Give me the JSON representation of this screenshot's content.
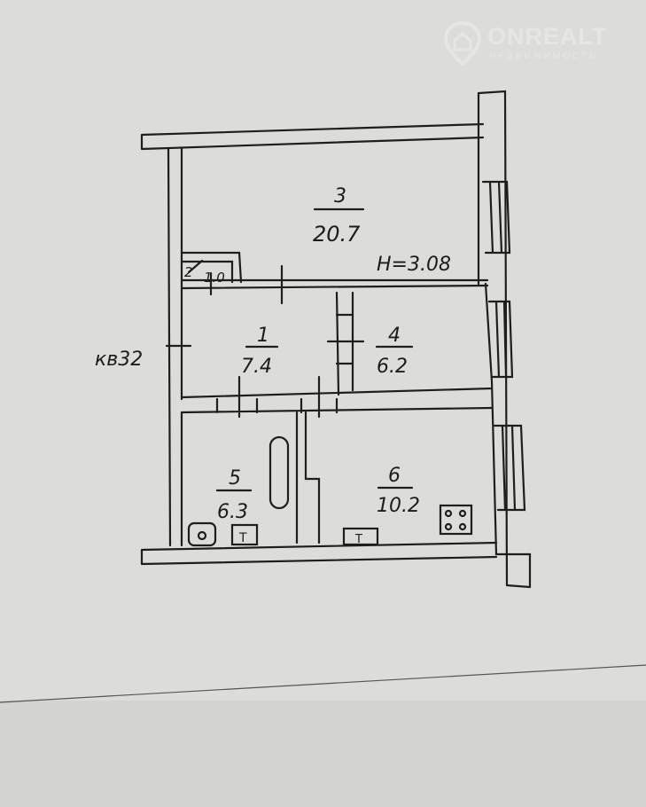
{
  "watermark": {
    "brand": "ONREALT",
    "tagline": "НЕДВИЖИМОСТЬ"
  },
  "plan": {
    "apartment_label": "кв32",
    "ceiling_height": "Н=3.08",
    "rooms": [
      {
        "number": "3",
        "area": "20.7"
      },
      {
        "number": "2",
        "area": "1.0"
      },
      {
        "number": "1",
        "area": "7.4"
      },
      {
        "number": "4",
        "area": "6.2"
      },
      {
        "number": "5",
        "area": "6.3"
      },
      {
        "number": "6",
        "area": "10.2"
      }
    ],
    "fixture_symbol": "T"
  }
}
